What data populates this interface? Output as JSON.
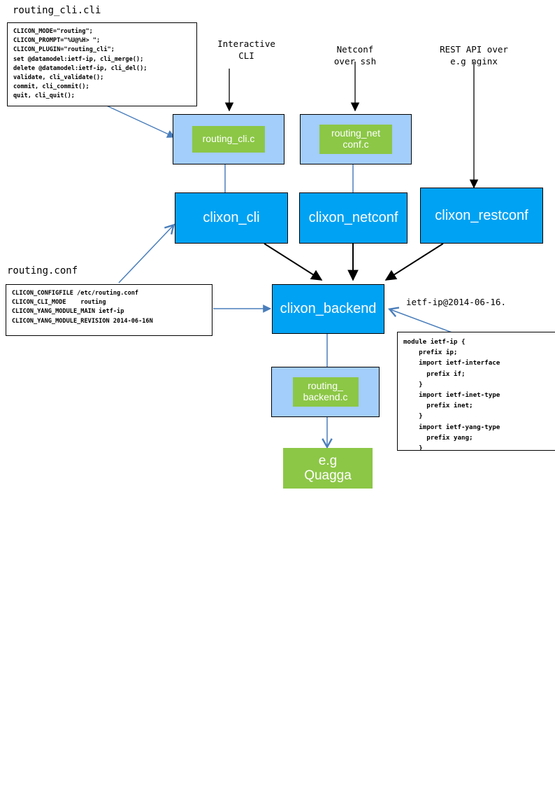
{
  "diagram": {
    "title_cli_file": "routing_cli.cli",
    "title_conf_file": "routing.conf",
    "cli_file_contents": "CLICON_MODE=\"routing\";\nCLICON_PROMPT=\"%U@%H> \";\nCLICON_PLUGIN=\"routing_cli\";\nset @datamodel:ietf-ip, cli_merge();\ndelete @datamodel:ietf-ip, cli_del();\nvalidate, cli_validate();\ncommit, cli_commit();\nquit, cli_quit();",
    "conf_file_contents": "CLICON_CONFIGFILE /etc/routing.conf\nCLICON_CLI_MODE    routing\nCLICON_YANG_MODULE_MAIN ietf-ip\nCLICON_YANG_MODULE_REVISION 2014-06-16N",
    "yang_file_label": "ietf-ip@2014-06-16.",
    "yang_file_contents": "module ietf-ip {\n    prefix ip;\n    import ietf-interface\n      prefix if;\n    }\n    import ietf-inet-type\n      prefix inet;\n    }\n    import ietf-yang-type\n      prefix yang;\n    }",
    "input_labels": [
      {
        "id": "interactive-cli",
        "text": "Interactive\nCLI"
      },
      {
        "id": "netconf-over-ssh",
        "text": "Netconf\nover ssh"
      },
      {
        "id": "rest-api",
        "text": "REST API over\ne.g nginx"
      }
    ],
    "plugins": [
      {
        "id": "routing-cli-c",
        "label": "routing_cli.c"
      },
      {
        "id": "routing-netconf-c",
        "label": "routing_net\nconf.c"
      },
      {
        "id": "routing-backend-c",
        "label": "routing_\nbackend.c"
      }
    ],
    "processes": [
      {
        "id": "clixon-cli",
        "label": "clixon_cli"
      },
      {
        "id": "clixon-netconf",
        "label": "clixon_netconf"
      },
      {
        "id": "clixon-restconf",
        "label": "clixon_restconf"
      },
      {
        "id": "clixon-backend",
        "label": "clixon_backend"
      }
    ],
    "external": {
      "id": "quagga",
      "label": "e.g\nQuagga"
    },
    "colors": {
      "plugin_holder": "#a3cdfb",
      "green": "#8cc746",
      "blue": "#00a2f3",
      "black_arrow": "#000000",
      "blue_arrow": "#4a7ebb"
    }
  }
}
